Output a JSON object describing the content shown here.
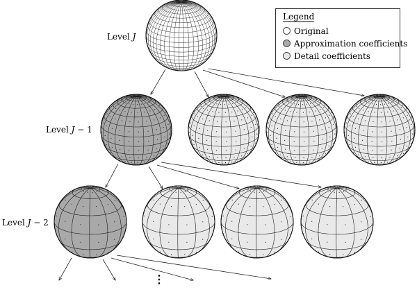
{
  "levels": [
    {
      "prefix": "Level ",
      "var": "J",
      "suffix": ""
    },
    {
      "prefix": "Level ",
      "var": "J",
      "suffix": " − 1"
    },
    {
      "prefix": "Level ",
      "var": "J",
      "suffix": " − 2"
    }
  ],
  "legend": {
    "title": "Legend",
    "items": [
      {
        "label": "Original",
        "color": "#ffffff"
      },
      {
        "label": "Approximation coefficients",
        "color": "#a9a9a9"
      },
      {
        "label": "Detail coefficients",
        "color": "#e9e9e9"
      }
    ]
  },
  "continuation_mark": "⋮",
  "colors": {
    "approximation": "#a9a9a9",
    "detail": "#e9e9e9",
    "original": "#ffffff",
    "grid_line": "#1a1a1a"
  }
}
